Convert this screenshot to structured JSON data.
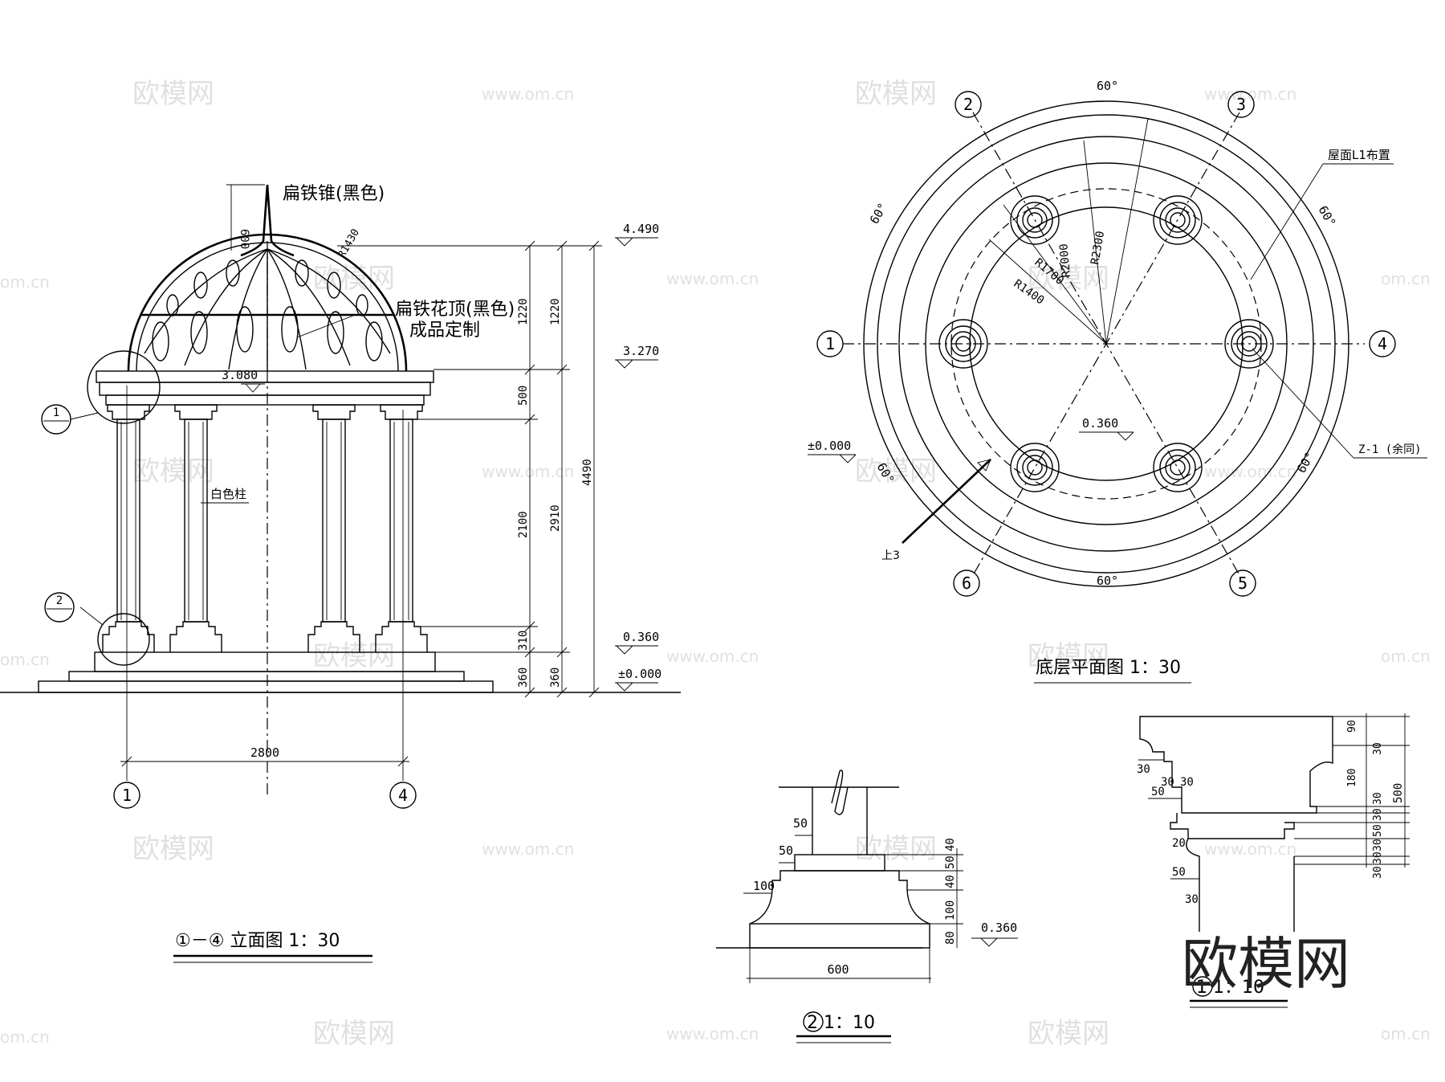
{
  "elevation": {
    "title": "①－④ 立面图  1：30",
    "label_spire": "扁铁锥(黑色)",
    "label_dome": "扁铁花顶(黑色)",
    "label_custom": "成品定制",
    "label_column": "白色柱",
    "radius": "R1430",
    "spire_height": "600",
    "levels": [
      "4.490",
      "3.270",
      "3.080",
      "0.360",
      "±0.000"
    ],
    "dims_v": [
      "1220",
      "1220",
      "500",
      "2910",
      "2100",
      "310",
      "360",
      "360",
      "4490"
    ],
    "dim_width": "2800",
    "axis_left": "1",
    "axis_right": "4",
    "callout1": "1",
    "callout2": "2"
  },
  "plan": {
    "title": "底层平面图 1：30",
    "axes": [
      "1",
      "2",
      "3",
      "4",
      "5",
      "6"
    ],
    "angles": [
      "60°",
      "60°",
      "60°",
      "60°",
      "60°",
      "60°"
    ],
    "radii": [
      "R2300",
      "R2000",
      "R1700",
      "R1400"
    ],
    "level_in": "0.360",
    "level_out": "±0.000",
    "label_roof": "屋面L1布置",
    "label_col": "Z-1 (余同)",
    "label_up": "上3"
  },
  "detail2": {
    "title": "2 1：10",
    "dims": [
      "50",
      "50",
      "100",
      "40",
      "50",
      "40",
      "100",
      "80",
      "600"
    ],
    "level": "0.360"
  },
  "detail1": {
    "title": "1 1：10",
    "dims": [
      "90",
      "30",
      "180",
      "30",
      "30",
      "50",
      "30",
      "30",
      "30",
      "500",
      "30",
      "50",
      "30",
      "30",
      "20",
      "50",
      "30"
    ]
  },
  "watermark": {
    "brand": "欧模网",
    "site": "www.om.cn",
    "site_short": "om.cn"
  }
}
